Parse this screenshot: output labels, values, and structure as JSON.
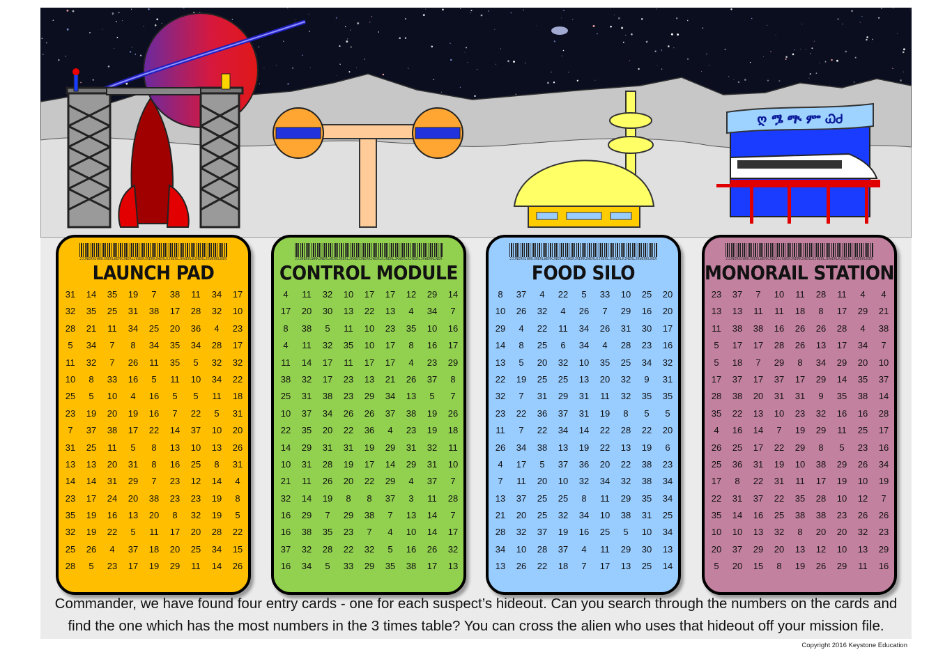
{
  "cards": [
    {
      "id": "launch-pad",
      "title": "LAUNCH PAD",
      "color": "#ffbf00",
      "rows": [
        [
          31,
          14,
          35,
          19,
          7,
          38,
          11,
          34,
          17
        ],
        [
          32,
          35,
          25,
          31,
          38,
          17,
          28,
          32,
          10
        ],
        [
          28,
          21,
          11,
          34,
          25,
          20,
          36,
          4,
          23
        ],
        [
          5,
          34,
          7,
          8,
          34,
          35,
          34,
          28,
          17
        ],
        [
          11,
          32,
          7,
          26,
          11,
          35,
          5,
          32,
          32
        ],
        [
          10,
          8,
          33,
          16,
          5,
          11,
          10,
          34,
          22
        ],
        [
          25,
          5,
          10,
          4,
          16,
          5,
          5,
          11,
          18
        ],
        [
          23,
          19,
          20,
          19,
          16,
          7,
          22,
          5,
          31
        ],
        [
          7,
          37,
          38,
          17,
          22,
          14,
          37,
          10,
          20
        ],
        [
          31,
          25,
          11,
          5,
          8,
          13,
          10,
          13,
          26
        ],
        [
          13,
          13,
          20,
          31,
          8,
          16,
          25,
          8,
          31
        ],
        [
          14,
          14,
          31,
          29,
          7,
          23,
          12,
          14,
          4
        ],
        [
          23,
          17,
          24,
          20,
          38,
          23,
          23,
          19,
          8
        ],
        [
          35,
          19,
          16,
          13,
          20,
          8,
          32,
          19,
          5
        ],
        [
          32,
          19,
          22,
          5,
          11,
          17,
          20,
          28,
          22
        ],
        [
          25,
          26,
          4,
          37,
          18,
          20,
          25,
          34,
          15
        ],
        [
          28,
          5,
          23,
          17,
          19,
          29,
          11,
          14,
          26
        ]
      ]
    },
    {
      "id": "control-module",
      "title": "CONTROL MODULE",
      "color": "#92d050",
      "rows": [
        [
          4,
          11,
          32,
          10,
          17,
          17,
          12,
          29,
          14
        ],
        [
          17,
          20,
          30,
          13,
          22,
          13,
          4,
          34,
          7
        ],
        [
          8,
          38,
          5,
          11,
          10,
          23,
          35,
          10,
          16
        ],
        [
          4,
          11,
          32,
          35,
          10,
          17,
          8,
          16,
          17
        ],
        [
          11,
          14,
          17,
          11,
          17,
          17,
          4,
          23,
          29
        ],
        [
          38,
          32,
          17,
          23,
          13,
          21,
          26,
          37,
          8
        ],
        [
          25,
          31,
          38,
          23,
          29,
          34,
          13,
          5,
          7
        ],
        [
          10,
          37,
          34,
          26,
          26,
          37,
          38,
          19,
          26
        ],
        [
          22,
          35,
          20,
          22,
          36,
          4,
          23,
          19,
          18
        ],
        [
          14,
          29,
          31,
          31,
          19,
          29,
          31,
          32,
          11
        ],
        [
          10,
          31,
          28,
          19,
          17,
          14,
          29,
          31,
          10
        ],
        [
          21,
          11,
          26,
          20,
          22,
          29,
          4,
          37,
          7
        ],
        [
          32,
          14,
          19,
          8,
          8,
          37,
          3,
          11,
          28
        ],
        [
          16,
          29,
          7,
          29,
          38,
          7,
          13,
          14,
          7
        ],
        [
          16,
          38,
          35,
          23,
          7,
          4,
          10,
          14,
          17
        ],
        [
          37,
          32,
          28,
          22,
          32,
          5,
          16,
          26,
          32
        ],
        [
          16,
          34,
          5,
          33,
          29,
          35,
          38,
          17,
          13
        ]
      ]
    },
    {
      "id": "food-silo",
      "title": "FOOD SILO",
      "color": "#99ccff",
      "rows": [
        [
          8,
          37,
          4,
          22,
          5,
          33,
          10,
          25,
          20
        ],
        [
          10,
          26,
          32,
          4,
          26,
          7,
          29,
          16,
          20
        ],
        [
          29,
          4,
          22,
          11,
          34,
          26,
          31,
          30,
          17
        ],
        [
          14,
          8,
          25,
          6,
          34,
          4,
          28,
          23,
          16
        ],
        [
          13,
          5,
          20,
          32,
          10,
          35,
          25,
          34,
          32
        ],
        [
          22,
          19,
          25,
          25,
          13,
          20,
          32,
          9,
          31
        ],
        [
          32,
          7,
          31,
          29,
          31,
          11,
          32,
          35,
          35
        ],
        [
          23,
          22,
          36,
          37,
          31,
          19,
          8,
          5,
          5
        ],
        [
          11,
          7,
          22,
          34,
          14,
          22,
          28,
          22,
          20
        ],
        [
          26,
          34,
          38,
          13,
          19,
          22,
          13,
          19,
          6
        ],
        [
          4,
          17,
          5,
          37,
          36,
          20,
          22,
          38,
          23
        ],
        [
          7,
          11,
          20,
          10,
          32,
          34,
          32,
          38,
          34
        ],
        [
          13,
          37,
          25,
          25,
          8,
          11,
          29,
          35,
          34
        ],
        [
          21,
          20,
          25,
          32,
          34,
          10,
          38,
          31,
          25
        ],
        [
          28,
          32,
          37,
          19,
          16,
          25,
          5,
          10,
          34
        ],
        [
          34,
          10,
          28,
          37,
          4,
          11,
          29,
          30,
          13
        ],
        [
          13,
          26,
          22,
          18,
          7,
          17,
          13,
          25,
          14
        ]
      ]
    },
    {
      "id": "monorail-station",
      "title": "MONORAIL STATION",
      "color": "#c2819f",
      "rows": [
        [
          23,
          37,
          7,
          10,
          11,
          28,
          11,
          4,
          4
        ],
        [
          13,
          13,
          11,
          11,
          18,
          8,
          17,
          29,
          21
        ],
        [
          11,
          38,
          38,
          16,
          26,
          26,
          28,
          4,
          38
        ],
        [
          5,
          17,
          17,
          28,
          26,
          13,
          17,
          34,
          7
        ],
        [
          5,
          18,
          7,
          29,
          8,
          34,
          29,
          20,
          10
        ],
        [
          17,
          37,
          17,
          37,
          17,
          29,
          14,
          35,
          37
        ],
        [
          28,
          38,
          20,
          31,
          31,
          9,
          35,
          38,
          14
        ],
        [
          35,
          22,
          13,
          10,
          23,
          32,
          16,
          16,
          28
        ],
        [
          4,
          16,
          14,
          7,
          19,
          29,
          11,
          25,
          17
        ],
        [
          26,
          25,
          17,
          22,
          29,
          8,
          5,
          23,
          16
        ],
        [
          25,
          36,
          31,
          19,
          10,
          38,
          29,
          26,
          34
        ],
        [
          17,
          8,
          22,
          31,
          11,
          17,
          19,
          10,
          19
        ],
        [
          22,
          31,
          37,
          22,
          35,
          28,
          10,
          12,
          7
        ],
        [
          35,
          14,
          16,
          25,
          38,
          38,
          23,
          26,
          26
        ],
        [
          10,
          10,
          13,
          32,
          8,
          20,
          20,
          32,
          23
        ],
        [
          20,
          37,
          29,
          20,
          13,
          12,
          10,
          13,
          29
        ],
        [
          5,
          20,
          15,
          8,
          19,
          26,
          29,
          11,
          16
        ]
      ]
    }
  ],
  "station_sign": "ღ ᎂ ᎁ ᎃ ᏇᏧ",
  "barcode_text": "JJJNERHJWRKJNERLWERKJNERLJKWERJNERKJWERLKJNERLJKWERLKJNERLJKWERKLNERLJKWERLKJNERKLWERLJKNERLJKWERKLVE",
  "instruction_line1": "Commander, we have found four entry cards - one for each suspect’s hideout.  Can you search through the numbers on the cards and",
  "instruction_line2": "find the one which has the most numbers in the 3 times table?  You can cross the alien who uses that hideout off your mission file.",
  "copyright": "Copyright 2016 Keystone Education",
  "colors": {
    "sky": "#0a0e1f",
    "ground": "#d9d9d9",
    "rocket": "#b0000a",
    "planet": "#d8183c",
    "ring": "#3030d0",
    "orange": "#ffa632",
    "yellow": "#ffff66",
    "station_blue": "#1a3cff"
  }
}
